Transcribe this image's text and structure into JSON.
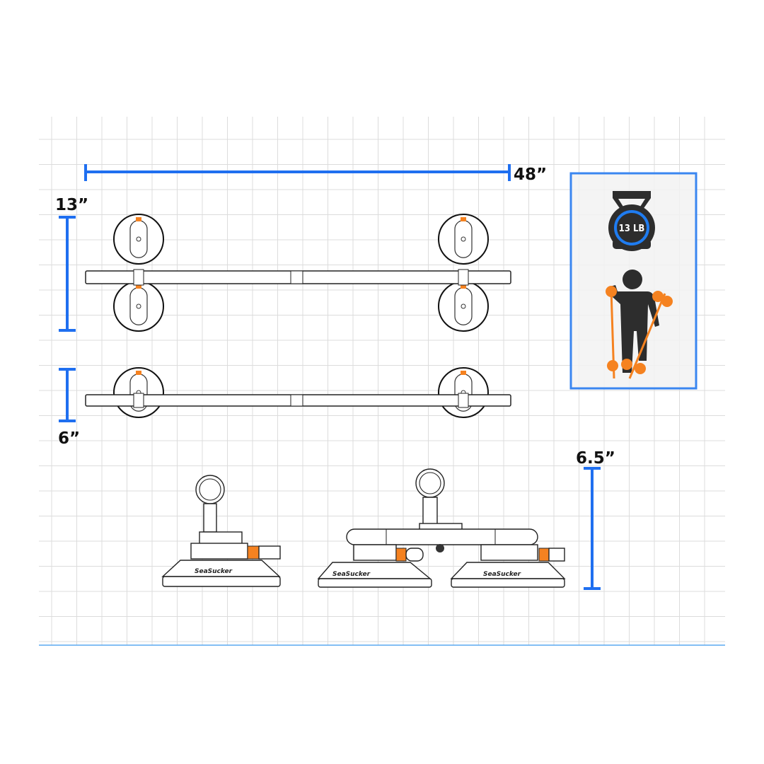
{
  "diagram": {
    "dimensions": {
      "length_label": "48”",
      "top_height_label": "13”",
      "narrow_height_label": "6”",
      "side_height_label": "6.5”"
    },
    "weight_panel": {
      "weight_label": "13 LB"
    },
    "brand": "SeaSucker",
    "colors": {
      "accent_blue": "#1f6ff0",
      "orange": "#f58220",
      "icon_dark": "#2d2d2d",
      "grid": "#dcdcdc",
      "panel_bg": "#f2f2f2"
    }
  }
}
